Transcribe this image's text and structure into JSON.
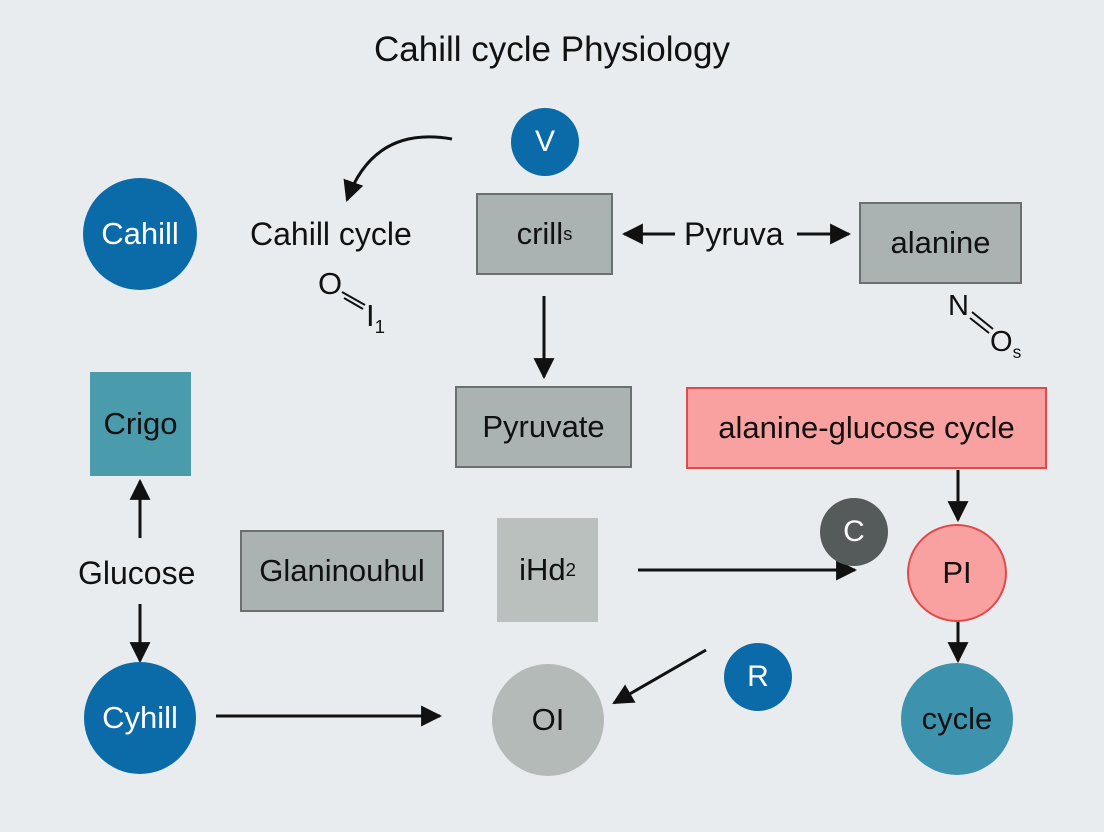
{
  "title": "Cahill cycle Physiology",
  "colors": {
    "blue": "#0b6aa8",
    "teal": "#3d93ad",
    "teal_box": "#4a9bab",
    "gray_box": "#aab3b1",
    "light_gray_box": "#b9c0bd",
    "pink": "#f9a0a0",
    "pink_border": "#e04a4a",
    "dark_circle": "#555a5b",
    "gray_circle": "#b3bab7"
  },
  "nodes": {
    "v_badge": "V",
    "cahill_circle": "Cahill",
    "cahill_cycle_label": "Cahill cycle",
    "o_formula": {
      "a": "O",
      "b": "I",
      "sub": "1"
    },
    "crills_box": {
      "text": "crill",
      "sub": "s"
    },
    "pyruva_label": "Pyruva",
    "alanine_box": "alanine",
    "n_formula": {
      "a": "N",
      "b": "O",
      "sub": "s"
    },
    "crigo_box": "Crigo",
    "pyruvate_box": "Pyruvate",
    "alanine_glucose_box": "alanine-glucose cycle",
    "glucose_label": "Glucose",
    "glaninouhul_box": "Glaninouhul",
    "ihd2_box": {
      "text": "iHd",
      "sub": "2"
    },
    "c_badge": "C",
    "pi_circle": "PI",
    "cyhill_circle": "Cyhill",
    "oi_circle": "OI",
    "r_badge": "R",
    "cycle_circle": "cycle"
  }
}
